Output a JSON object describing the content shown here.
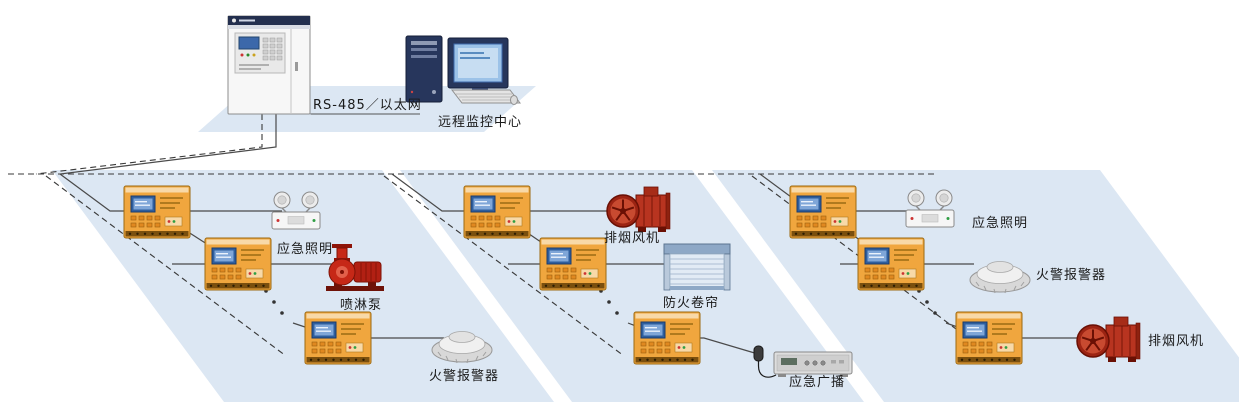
{
  "colors": {
    "floor_band": "#dce7f3",
    "bus_line": "#4a4a4a",
    "module_orange": "#f0a63e",
    "alarm_red": "#c62817",
    "screen_blue": "#2e5e9e"
  },
  "top": {
    "cabinet_icon": "fire-control-cabinet-icon",
    "workstation_icon": "monitoring-workstation-icon",
    "link_label": "RS-485／以太网",
    "workstation_label": "远程监控中心"
  },
  "branches": [
    {
      "name": "branch-1",
      "devices": [
        {
          "icon": "controller-module-icon"
        },
        {
          "icon": "emergency-light-icon",
          "label": "应急照明"
        },
        {
          "icon": "controller-module-icon"
        },
        {
          "icon": "spray-pump-icon",
          "label": "喷淋泵"
        },
        {
          "icon": "controller-module-icon"
        },
        {
          "icon": "smoke-detector-icon",
          "label": "火警报警器"
        }
      ]
    },
    {
      "name": "branch-2",
      "devices": [
        {
          "icon": "controller-module-icon"
        },
        {
          "icon": "exhaust-fan-icon",
          "label": "排烟风机"
        },
        {
          "icon": "controller-module-icon"
        },
        {
          "icon": "fire-shutter-icon",
          "label": "防火卷帘"
        },
        {
          "icon": "controller-module-icon"
        },
        {
          "icon": "emergency-broadcast-icon",
          "label": "应急广播"
        }
      ]
    },
    {
      "name": "branch-3",
      "devices": [
        {
          "icon": "controller-module-icon"
        },
        {
          "icon": "emergency-light-icon",
          "label": "应急照明"
        },
        {
          "icon": "controller-module-icon"
        },
        {
          "icon": "smoke-detector-icon",
          "label": "火警报警器"
        },
        {
          "icon": "controller-module-icon"
        },
        {
          "icon": "exhaust-fan-icon",
          "label": "排烟风机"
        }
      ]
    }
  ],
  "continuation_marker": "⋮"
}
